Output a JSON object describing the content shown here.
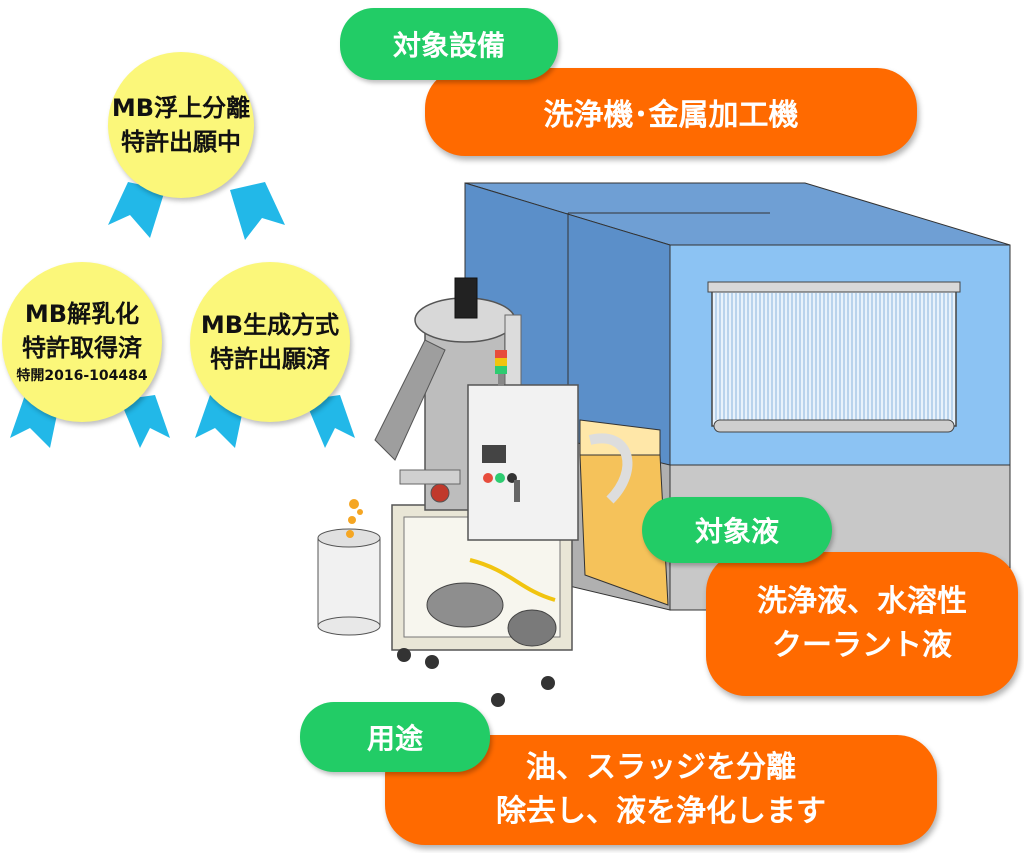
{
  "target_equipment": {
    "label": "対象設備",
    "value": "洗浄機･金属加工機"
  },
  "target_liquid": {
    "label": "対象液",
    "value": "洗浄液、水溶性\nクーラント液"
  },
  "usage": {
    "label": "用途",
    "value": "油、スラッジを分離\n除去し、液を浄化します"
  },
  "badges": [
    {
      "line1": "MB浮上分離",
      "line2": "特許出願中",
      "note": ""
    },
    {
      "line1": "MB解乳化",
      "line2": "特許取得済",
      "note": "特開2016-104484"
    },
    {
      "line1": "MB生成方式",
      "line2": "特許出願済",
      "note": ""
    }
  ],
  "colors": {
    "green": "#22cc66",
    "orange": "#ff6a00",
    "badge_yellow": "#fbf77a",
    "ribbon_blue": "#22b8e8",
    "tank_blue": "#7fb8ee"
  }
}
